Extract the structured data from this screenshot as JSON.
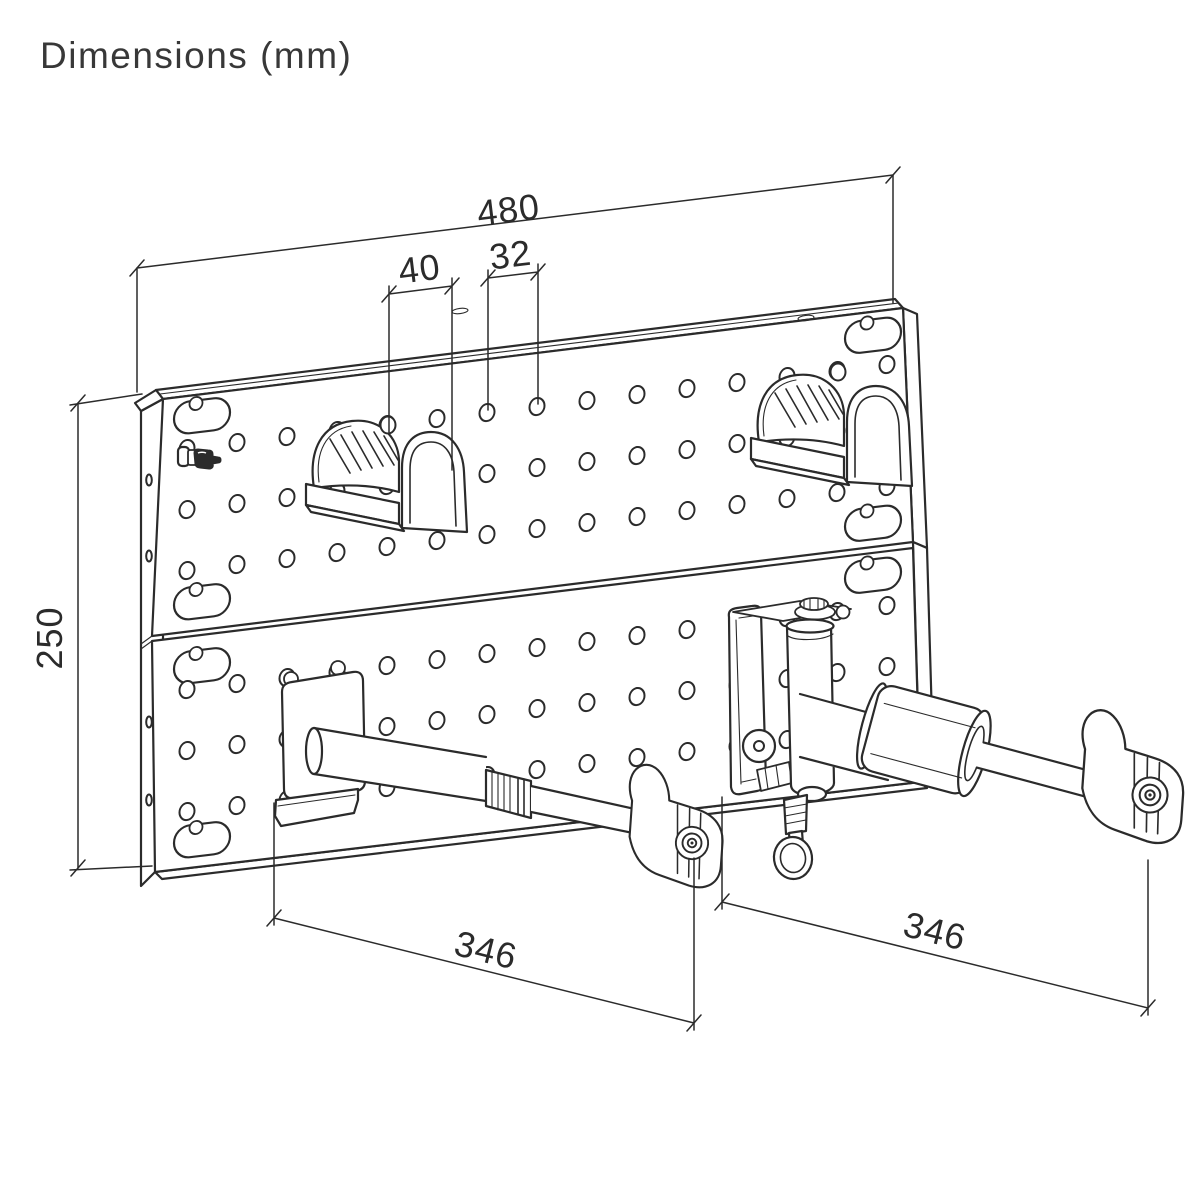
{
  "title": "Dimensions (mm)",
  "colors": {
    "ink": "#2b2b2b",
    "title_text": "#383838",
    "background": "#ffffff"
  },
  "drawing": {
    "subject": "pegboard wall-mount panel with two tool saddle hooks and two support arms",
    "style": "isometric technical line drawing"
  },
  "dimensions": {
    "panel_width_mm": "480",
    "hook_offset_mm": "40",
    "hole_pitch_mm": "32",
    "panel_height_mm": "250",
    "left_arm_length_mm": "346",
    "right_arm_length_mm": "346"
  }
}
